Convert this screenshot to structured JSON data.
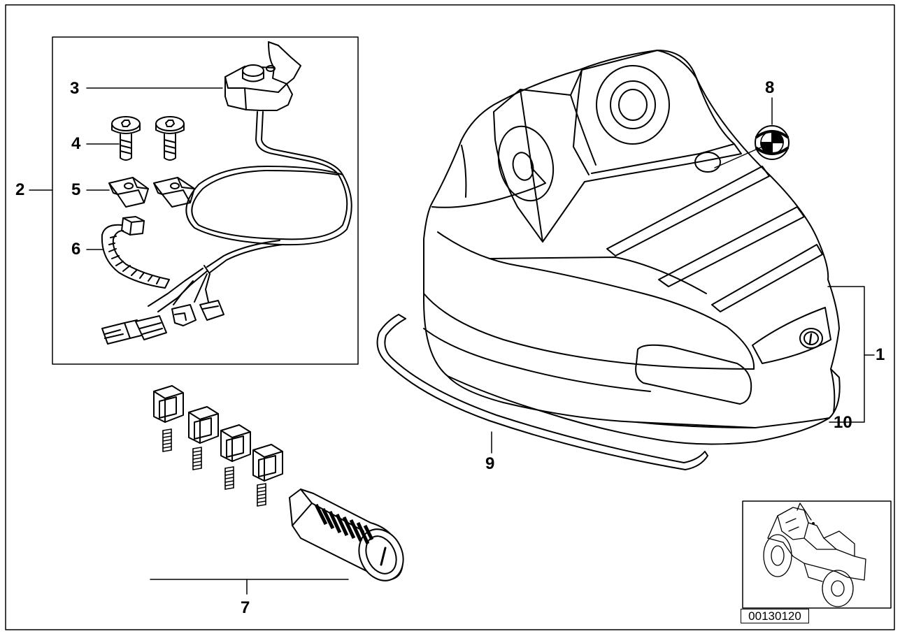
{
  "diagram": {
    "callouts": {
      "c1": "1",
      "c2": "2",
      "c3": "3",
      "c4": "4",
      "c5": "5",
      "c6": "6",
      "c7": "7",
      "c8": "8",
      "c9": "9",
      "c10": "10"
    },
    "reference_code": "00130120"
  }
}
